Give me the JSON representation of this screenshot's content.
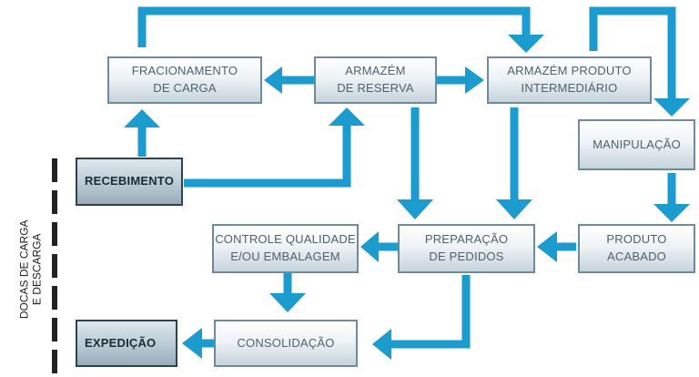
{
  "boxes": {
    "fracionamento": {
      "line1": "FRACIONAMENTO",
      "line2": "DE CARGA"
    },
    "armazem_reserva": {
      "line1": "ARMAZÉM",
      "line2": "DE RESERVA"
    },
    "armazem_intermediario": {
      "line1": "ARMAZÉM PRODUTO",
      "line2": "INTERMEDIÁRIO"
    },
    "manipulacao": {
      "line1": "MANIPULAÇÃO"
    },
    "recebimento": {
      "line1": "RECEBIMENTO"
    },
    "controle": {
      "line1": "CONTROLE QUALIDADE",
      "line2": "E/OU EMBALAGEM"
    },
    "preparacao": {
      "line1": "PREPARAÇÃO",
      "line2": "DE PEDIDOS"
    },
    "produto_acabado": {
      "line1": "PRODUTO",
      "line2": "ACABADO"
    },
    "expedicao": {
      "line1": "EXPEDIÇÃO"
    },
    "consolidacao": {
      "line1": "CONSOLIDAÇÃO"
    }
  },
  "side_label": {
    "line1": "DOCAS DE CARGA",
    "line2": "E DESCARGA"
  },
  "colors": {
    "arrow": "#1c9bcf",
    "box_border": "#6f8a98",
    "dark_border": "#2e4250",
    "dash": "#222222"
  }
}
